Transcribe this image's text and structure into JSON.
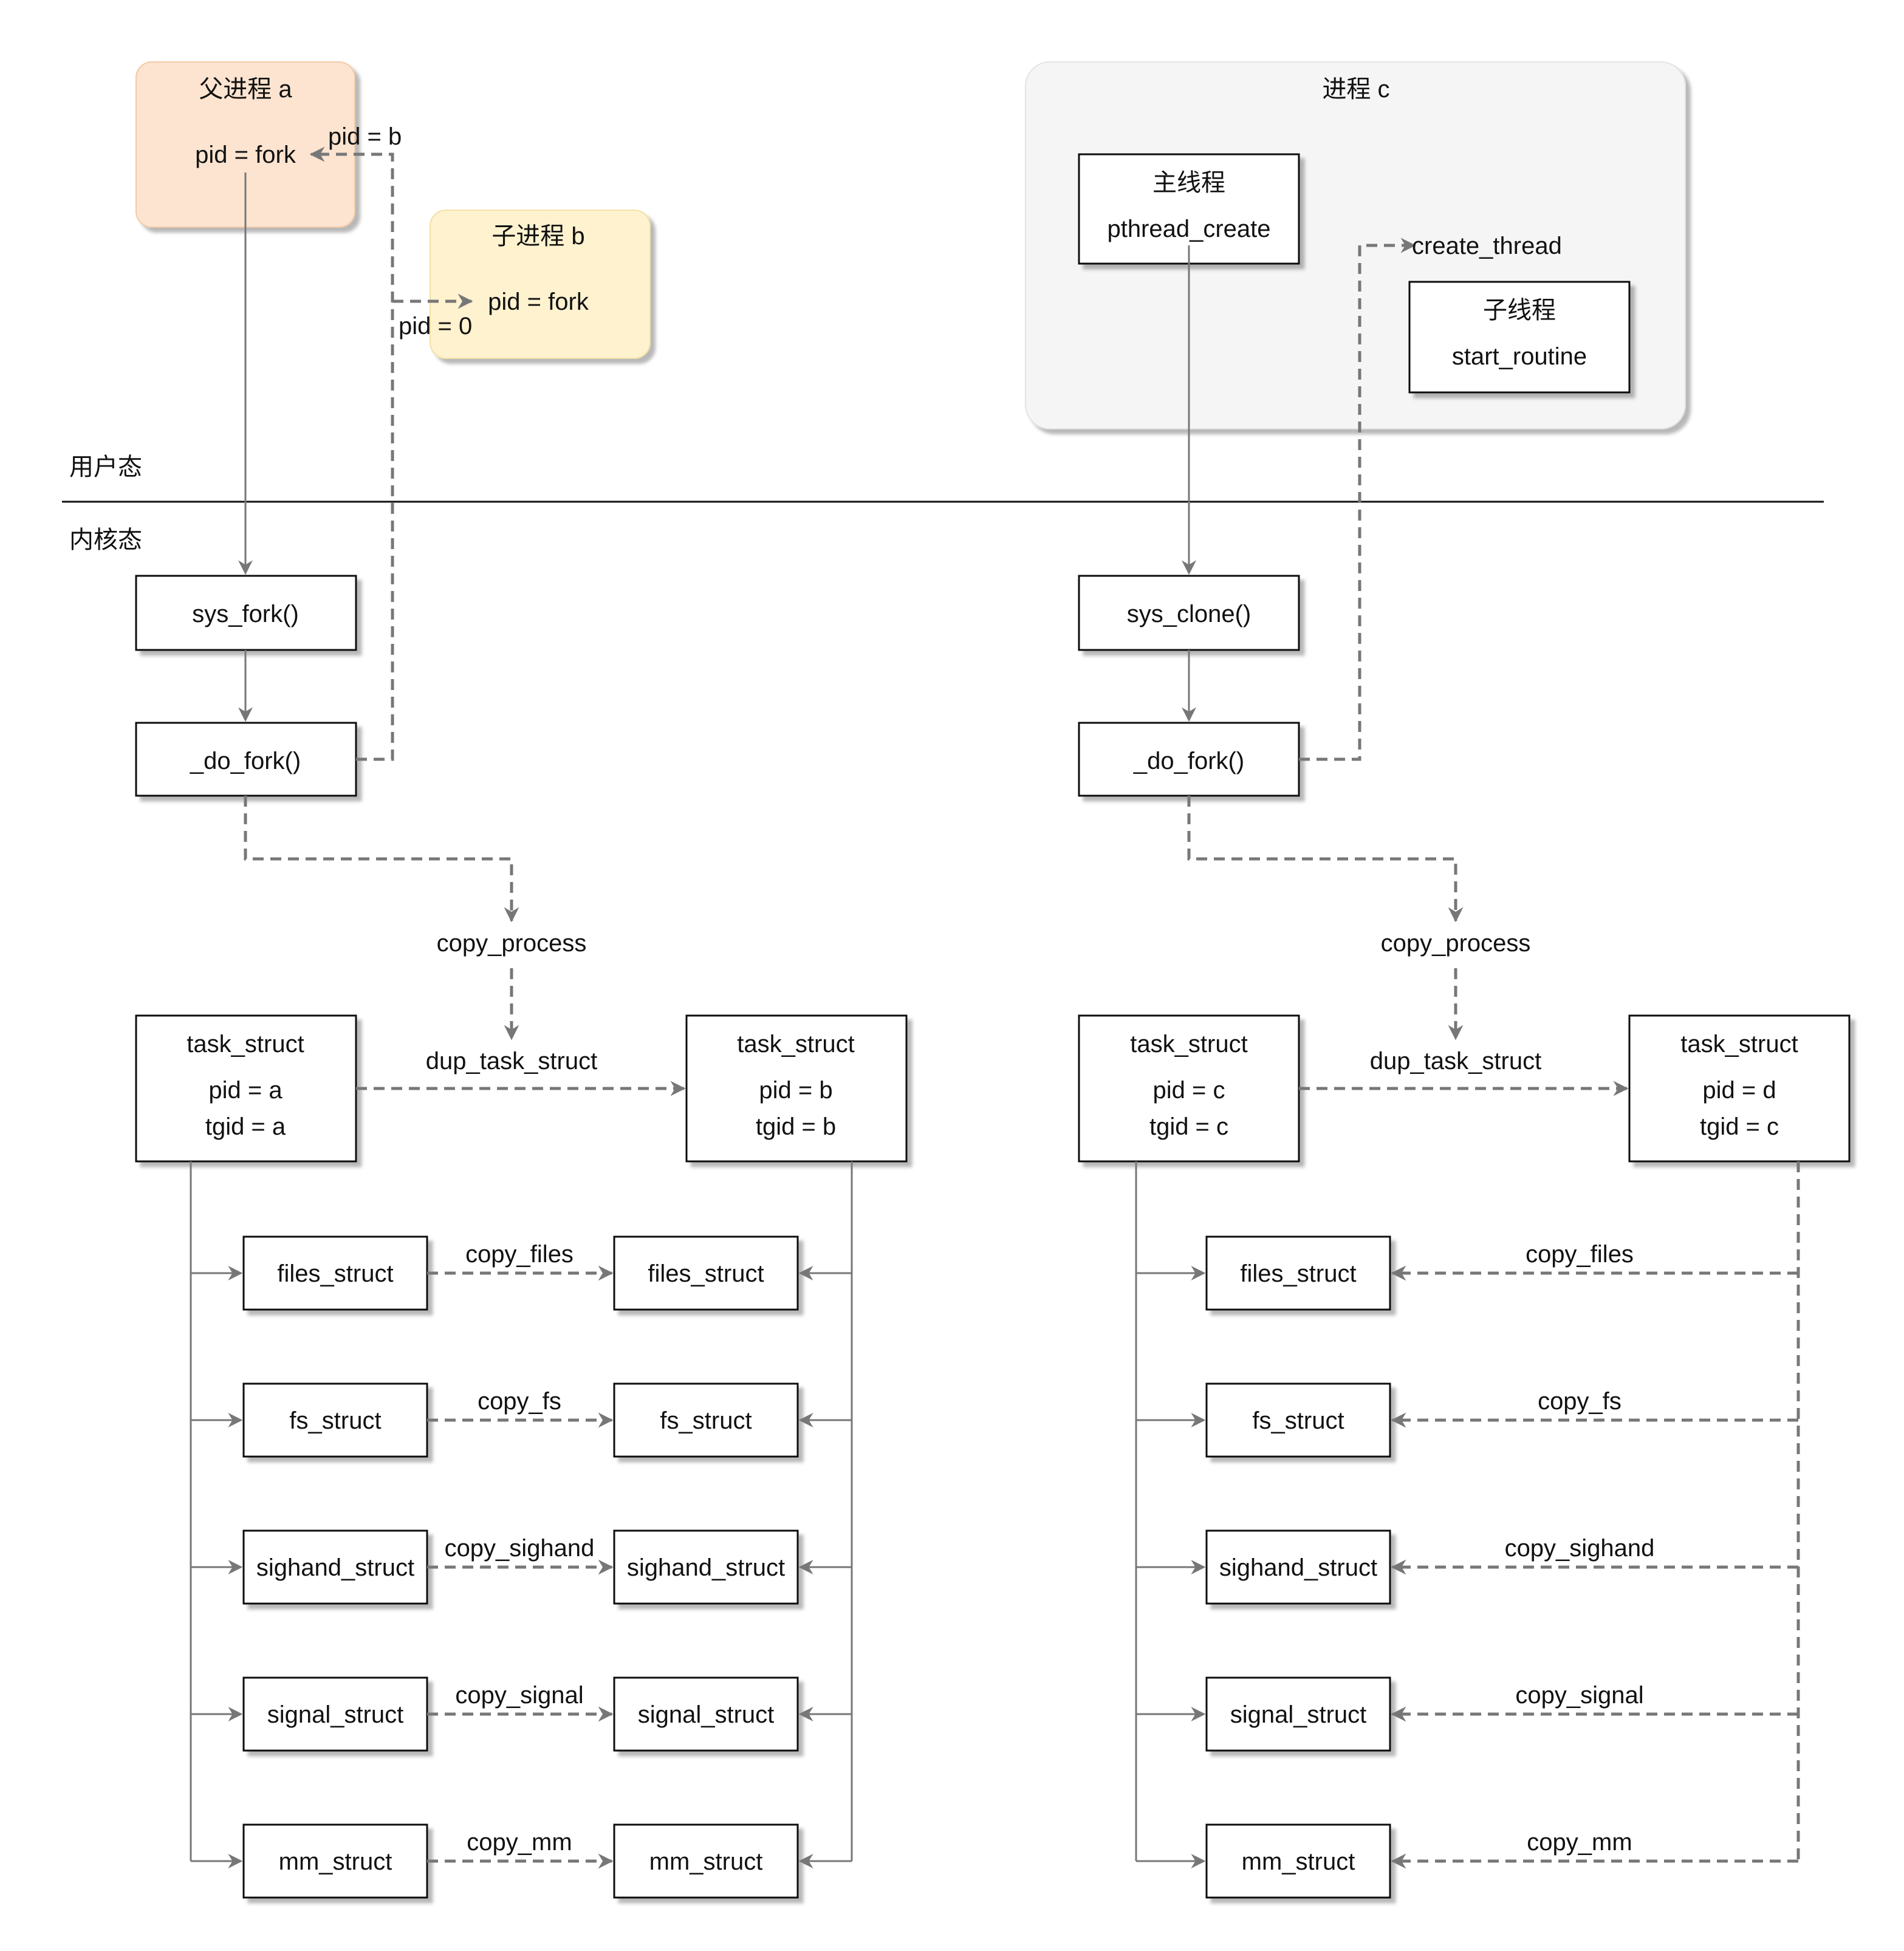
{
  "processes": {
    "parent": "父进程 a",
    "child": "子进程 b",
    "c": "进程 c",
    "main_thread": "主线程",
    "sub_thread": "子线程",
    "pid_fork": "pid = fork",
    "pthread_create": "pthread_create",
    "start_routine": "start_routine",
    "create_thread": "create_thread",
    "pid_b": "pid = b",
    "pid_0": "pid = 0"
  },
  "regions": {
    "user": "用户态",
    "kernel": "内核态"
  },
  "left": {
    "syscall": "sys_fork()",
    "do_fork": "_do_fork()",
    "copy_process": "copy_process",
    "dup_task_struct": "dup_task_struct",
    "task_a": {
      "title": "task_struct",
      "pid": "pid = a",
      "tgid": "tgid = a"
    },
    "task_b": {
      "title": "task_struct",
      "pid": "pid = b",
      "tgid": "tgid = b"
    }
  },
  "right": {
    "syscall": "sys_clone()",
    "do_fork": "_do_fork()",
    "copy_process": "copy_process",
    "dup_task_struct": "dup_task_struct",
    "task_c": {
      "title": "task_struct",
      "pid": "pid = c",
      "tgid": "tgid = c"
    },
    "task_d": {
      "title": "task_struct",
      "pid": "pid = d",
      "tgid": "tgid = c"
    }
  },
  "structs": [
    {
      "name": "files_struct",
      "copy": "copy_files"
    },
    {
      "name": "fs_struct",
      "copy": "copy_fs"
    },
    {
      "name": "sighand_struct",
      "copy": "copy_sighand"
    },
    {
      "name": "signal_struct",
      "copy": "copy_signal"
    },
    {
      "name": "mm_struct",
      "copy": "copy_mm"
    }
  ],
  "colors": {
    "parent_fill": "#fce4d0",
    "child_fill": "#fff2cf",
    "process_c_fill": "#f5f5f5",
    "arrow": "#777777"
  }
}
